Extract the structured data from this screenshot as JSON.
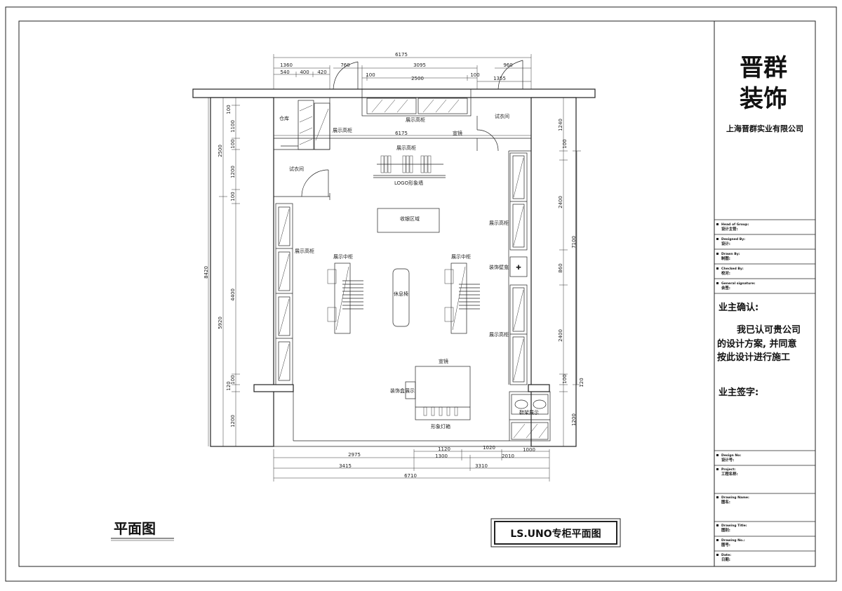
{
  "title_block": {
    "company_line1": "晋群",
    "company_line2": "装饰",
    "company_name": "上海晋群实业有限公司",
    "rows": [
      {
        "en": "Head of Group:",
        "cn": "设计主管:"
      },
      {
        "en": "Designed By:",
        "cn": "设计:"
      },
      {
        "en": "Drawn By:",
        "cn": "制图:"
      },
      {
        "en": "Checked By:",
        "cn": "校对:"
      },
      {
        "en": "General signature:",
        "cn": "会签:"
      }
    ],
    "owner_confirm": "业主确认:",
    "owner_text": [
      "我已认可贵公司",
      "的设计方案, 并同意",
      "按此设计进行施工"
    ],
    "owner_sign": "业主签字:",
    "lower_rows": [
      {
        "en": "Design No:",
        "cn": "设计号:"
      },
      {
        "en": "Project:",
        "cn": "工程名称:"
      },
      {
        "en": "Drawing Name:",
        "cn": "图名:"
      },
      {
        "en": "Drawing Title:",
        "cn": "图别:"
      },
      {
        "en": "Drawing No.:",
        "cn": "图号:"
      },
      {
        "en": "Date:",
        "cn": "日期:"
      }
    ]
  },
  "plan_title": "平面图",
  "drawing_title": "LS.UNO专柜平面图",
  "labels": {
    "warehouse": "仓库",
    "fitting_room_left": "试衣间",
    "fitting_room_right": "试衣间",
    "display_high_top_left": "展示高柜",
    "display_high_top": "展示高柜",
    "display_high_center": "展示高柜",
    "mirror_top": "宣镜",
    "logo_wall": "LOGO形象墙",
    "cashier": "收银区域",
    "display_high_left": "展示高柜",
    "display_mid_left": "展示中柜",
    "display_mid_right": "展示中柜",
    "rest_seat": "休息椅",
    "display_high_right_top": "展示高柜",
    "deco_wall_lamp": "装饰壁龛",
    "display_high_right_bottom": "展示高柜",
    "mirror_bottom": "宣镜",
    "deco_box_display": "装饰盒展示",
    "image_lightbox": "形象灯箱",
    "shoe_display": "鞋架展示"
  },
  "dimensions": {
    "top_overall": "6175",
    "top_left_total": "1360",
    "top_left_a": "540",
    "top_left_b": "400",
    "top_left_c": "420",
    "top_door_left": "760",
    "top_mid": "3095",
    "top_door_right": "960",
    "top_mid_a": "100",
    "top_mid_b": "2500",
    "top_mid_c": "100",
    "top_right": "1355",
    "inner_width": "6175",
    "left_outer_total": "8420",
    "left_upper": "2500",
    "left_lower": "5920",
    "left_1": "100",
    "left_2": "1100",
    "left_3": "100",
    "left_4": "1200",
    "left_5": "100",
    "left_6": "4400",
    "left_7": "100",
    "left_8": "120",
    "left_9": "1200",
    "right_total": "7100",
    "right_1": "1240",
    "right_2": "100",
    "right_3": "2400",
    "right_4": "860",
    "right_5": "2400",
    "right_6": "100",
    "right_7": "120",
    "right_8": "1200",
    "bottom_a": "2975",
    "bottom_b": "1120",
    "bottom_c": "1300",
    "bottom_d": "1020",
    "bottom_e": "2010",
    "bottom_f": "1000",
    "bottom_g": "3415",
    "bottom_h": "3310",
    "bottom_total": "6710"
  },
  "colors": {
    "line": "#222222",
    "paper": "#ffffff"
  }
}
